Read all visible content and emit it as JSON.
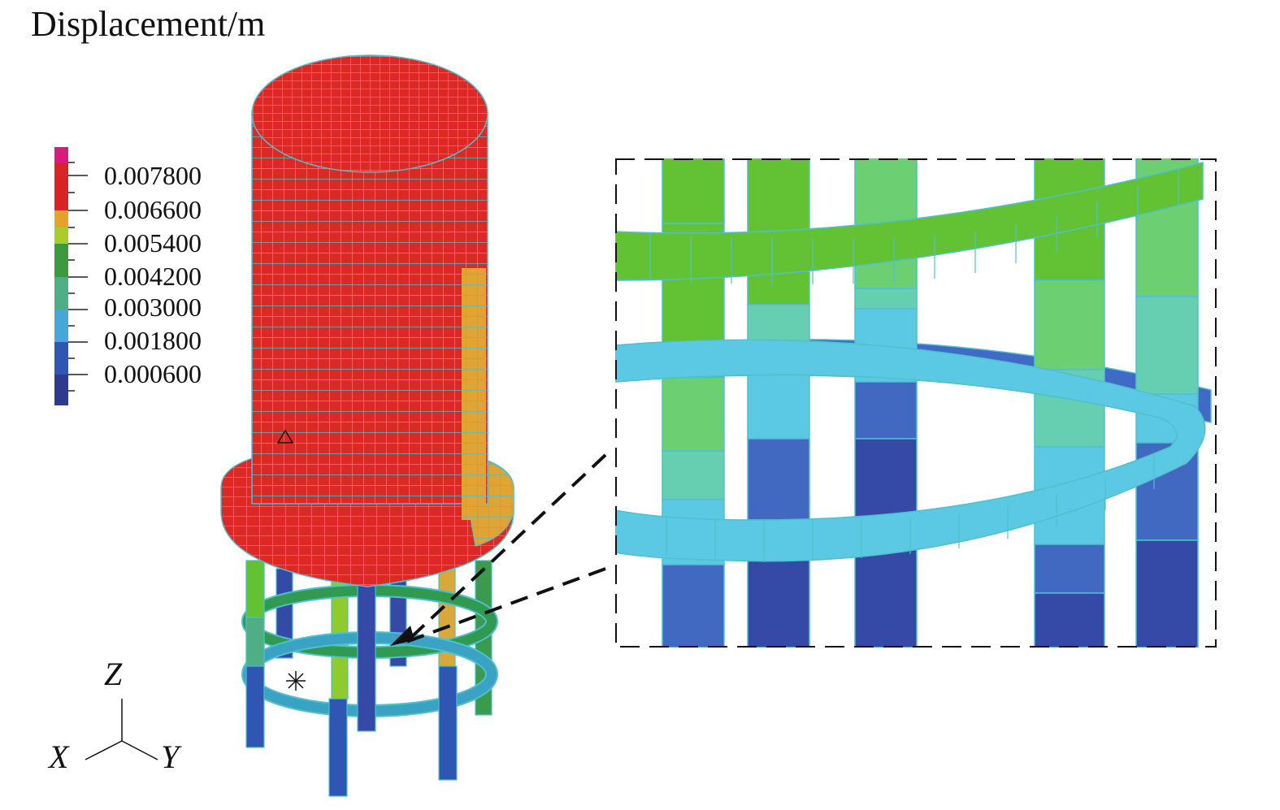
{
  "title": "Displacement/m",
  "legend": {
    "labels": [
      "0.007800",
      "0.006600",
      "0.005400",
      "0.004200",
      "0.003000",
      "0.001800",
      "0.000600"
    ],
    "colors": [
      "#2e3a8e",
      "#2f56b3",
      "#46a7d8",
      "#4fae86",
      "#3d9a3c",
      "#6cbf2f",
      "#a7cc2c",
      "#e3a32a",
      "#d82424",
      "#d81b7a"
    ]
  },
  "axes": {
    "z": "Z",
    "x": "X",
    "y": "Y"
  },
  "colors": {
    "tank": "#d92a25",
    "mesh": "#4fc0cc",
    "orange": "#e2a332",
    "green": "#62c233",
    "light_green": "#6ccf72",
    "teal": "#66cfb2",
    "cyan": "#5bc9e4",
    "blue": "#4169c2",
    "navy": "#3549a6"
  }
}
